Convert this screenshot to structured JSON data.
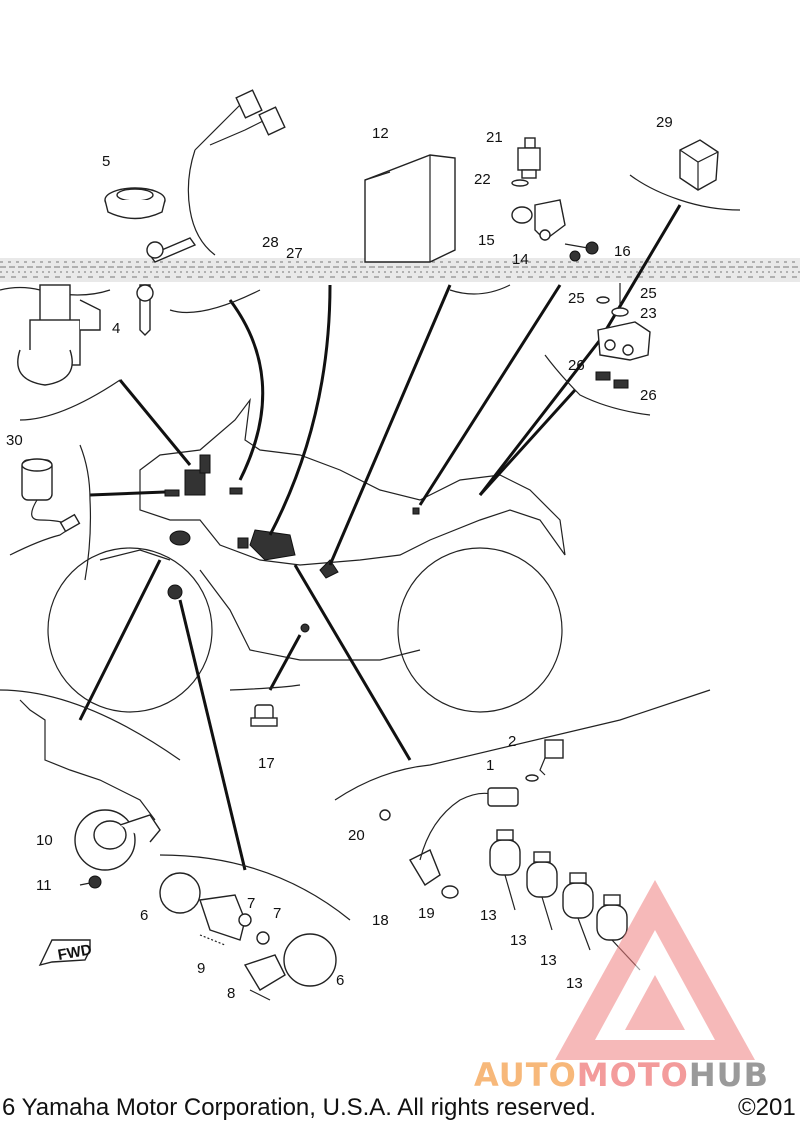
{
  "diagram": {
    "part_labels": [
      {
        "id": "p1",
        "text": "1"
      },
      {
        "id": "p2",
        "text": "2"
      },
      {
        "id": "p4",
        "text": "4"
      },
      {
        "id": "p5",
        "text": "5"
      },
      {
        "id": "p6a",
        "text": "6"
      },
      {
        "id": "p6b",
        "text": "6"
      },
      {
        "id": "p7a",
        "text": "7"
      },
      {
        "id": "p7b",
        "text": "7"
      },
      {
        "id": "p8",
        "text": "8"
      },
      {
        "id": "p9",
        "text": "9"
      },
      {
        "id": "p10",
        "text": "10"
      },
      {
        "id": "p11",
        "text": "11"
      },
      {
        "id": "p12",
        "text": "12"
      },
      {
        "id": "p13a",
        "text": "13"
      },
      {
        "id": "p13b",
        "text": "13"
      },
      {
        "id": "p13c",
        "text": "13"
      },
      {
        "id": "p13d",
        "text": "13"
      },
      {
        "id": "p14",
        "text": "14"
      },
      {
        "id": "p15",
        "text": "15"
      },
      {
        "id": "p16",
        "text": "16"
      },
      {
        "id": "p17",
        "text": "17"
      },
      {
        "id": "p18",
        "text": "18"
      },
      {
        "id": "p19",
        "text": "19"
      },
      {
        "id": "p20",
        "text": "20"
      },
      {
        "id": "p21",
        "text": "21"
      },
      {
        "id": "p22",
        "text": "22"
      },
      {
        "id": "p23",
        "text": "23"
      },
      {
        "id": "p25a",
        "text": "25"
      },
      {
        "id": "p25b",
        "text": "25"
      },
      {
        "id": "p26a",
        "text": "26"
      },
      {
        "id": "p26b",
        "text": "26"
      },
      {
        "id": "p27",
        "text": "27"
      },
      {
        "id": "p28",
        "text": "28"
      },
      {
        "id": "p29",
        "text": "29"
      },
      {
        "id": "p30",
        "text": "30"
      }
    ],
    "fwd_label": "FWD",
    "watermark_logo_text": "AUTOMOTOHUB",
    "line_color": "#111111",
    "watermark_color": "#f08080"
  },
  "footer": {
    "copyright_left": "6 Yamaha Motor Corporation, U.S.A. All rights reserved.",
    "copyright_right": "©201"
  },
  "watermark": {
    "part1": "AUTO",
    "part2": "MOTO",
    "part3": "HUB"
  }
}
